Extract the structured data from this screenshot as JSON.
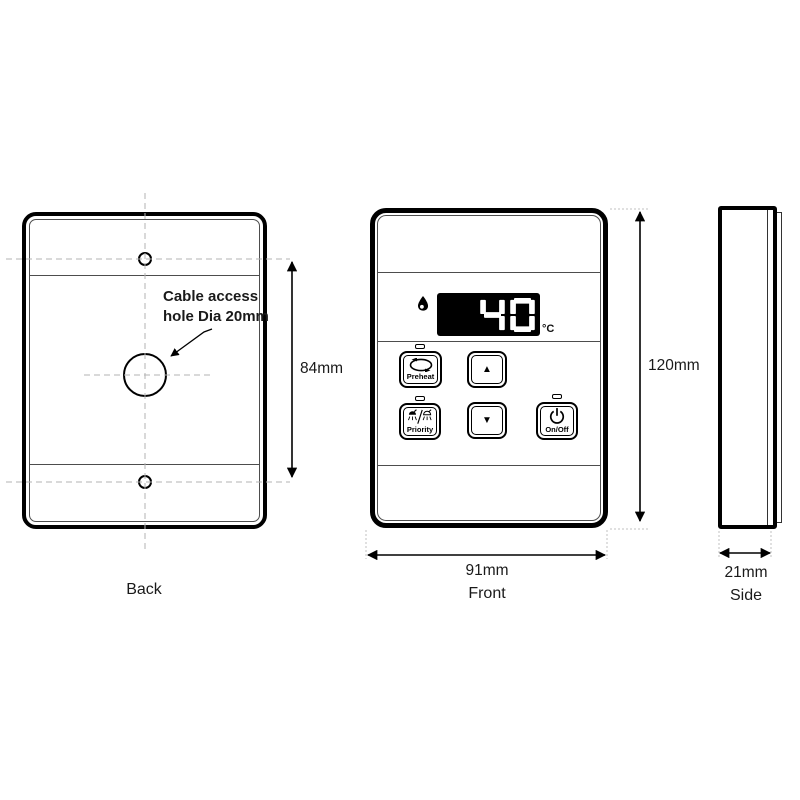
{
  "views": {
    "back": {
      "label": "Back",
      "annotation": {
        "line1": "Cable access",
        "line2": "hole Dia 20mm"
      },
      "dimension_height": "84mm"
    },
    "front": {
      "label": "Front",
      "dimension_height": "120mm",
      "dimension_width": "91mm",
      "display": {
        "value": "40",
        "unit": "°C"
      },
      "buttons": {
        "preheat_label": "Preheat",
        "priority_label": "Priority",
        "onoff_label": "On/Off",
        "up_symbol": "▲",
        "down_symbol": "▼"
      }
    },
    "side": {
      "label": "Side",
      "dimension_depth": "21mm"
    }
  },
  "colors": {
    "line": "#000000",
    "text": "#1a1a1a",
    "centerline": "#b3b3b3",
    "extension_line": "#c2c2c2",
    "display_background": "#000000",
    "display_segments": "#ffffff",
    "background": "#ffffff"
  }
}
